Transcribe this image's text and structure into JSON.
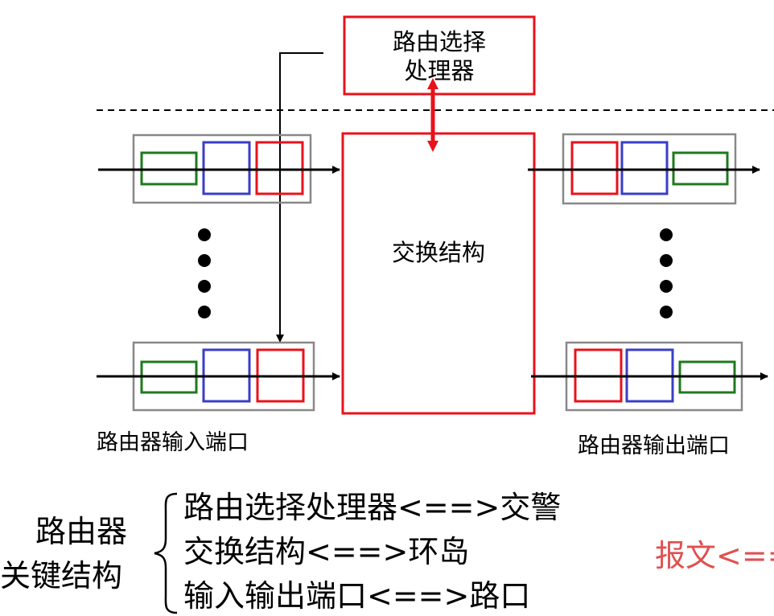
{
  "diagram": {
    "processor_line1": "路由选择",
    "processor_line2": "处理器",
    "fabric": "交换结构",
    "input_ports": "路由器输入端口",
    "output_ports": "路由器输出端口"
  },
  "notes": {
    "heading_line1": "路由器",
    "heading_line2": "关键结构",
    "items": [
      "路由选择处理器<==>交警",
      "交换结构<==>环岛",
      "输入输出端口<==>路口"
    ],
    "cut_off": "报文<=="
  },
  "colors": {
    "accent_red": "#e8121b",
    "queue_green": "#1e7a1e",
    "queue_blue": "#3a3ec6",
    "port_gray": "#888888",
    "faded_red": "#e05050"
  }
}
